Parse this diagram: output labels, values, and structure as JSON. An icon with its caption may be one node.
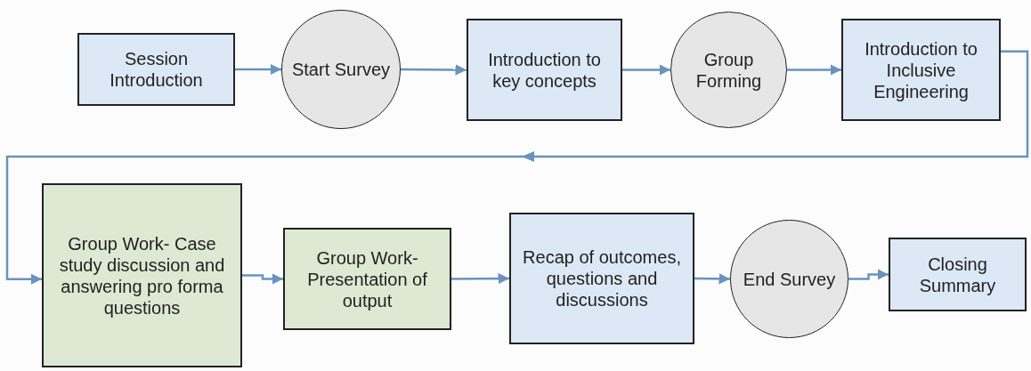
{
  "diagram": {
    "nodes": [
      {
        "text": [
          "Session Introduction"
        ]
      },
      {
        "text": [
          "Start Survey"
        ]
      },
      {
        "text": [
          "Introduction to key concepts"
        ]
      },
      {
        "text": [
          "Group Forming"
        ]
      },
      {
        "text": [
          "Introduction to Inclusive Engineering"
        ]
      },
      {
        "text": [
          "Group Work- Case study discussion and answering pro forma questions"
        ]
      },
      {
        "text": [
          "Group Work- Presentation of output"
        ]
      },
      {
        "text": [
          "Recap of outcomes, questions and discussions"
        ]
      },
      {
        "text": [
          "End Survey"
        ]
      },
      {
        "text": [
          "Closing Summary"
        ]
      }
    ],
    "edges": [
      {
        "from": 0,
        "to": 1,
        "arrow": "to"
      },
      {
        "from": 1,
        "to": 2,
        "arrow": "to"
      },
      {
        "from": 2,
        "to": 3,
        "arrow": "to"
      },
      {
        "from": 3,
        "to": 4,
        "arrow": "to"
      },
      {
        "from": 4,
        "to": 5,
        "arrow": "to"
      },
      {
        "from": 5,
        "to": 6,
        "arrow": "to"
      },
      {
        "from": 6,
        "to": 7,
        "arrow": "to"
      },
      {
        "from": 7,
        "to": 8,
        "arrow": "to"
      },
      {
        "from": 8,
        "to": 9,
        "arrow": "to"
      }
    ]
  }
}
